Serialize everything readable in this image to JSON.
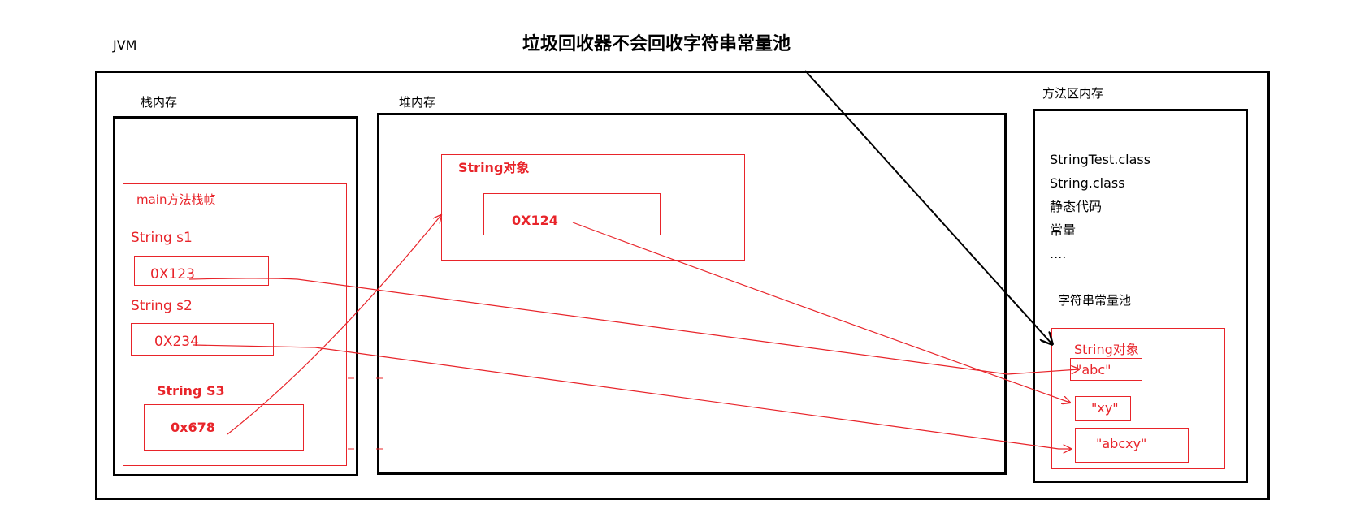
{
  "title": "垃圾回收器不会回收字符串常量池",
  "jvm_label": "JVM",
  "stack": {
    "label": "栈内存",
    "frame_label": "main方法栈帧",
    "s1_label": "String s1",
    "s1_value": "0X123",
    "s2_label": "String s2",
    "s2_value": "0X234",
    "s3_label": "String S3",
    "s3_value": "0x678"
  },
  "heap": {
    "label": "堆内存",
    "object_label": "String对象",
    "object_value": "0X124"
  },
  "method_area": {
    "label": "方法区内存",
    "items": [
      "StringTest.class",
      "String.class",
      "静态代码",
      "常量",
      "...."
    ],
    "pool_label": "字符串常量池",
    "pool_object_label": "String对象",
    "pool_values": [
      "\"abc\"",
      "\"xy\"",
      "\"abcxy\""
    ]
  },
  "colors": {
    "outline": "#000000",
    "reference": "#e8242a"
  }
}
